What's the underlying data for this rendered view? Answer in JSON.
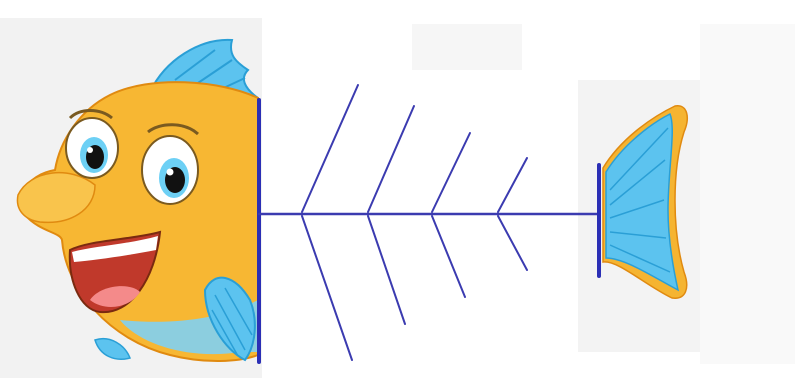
{
  "diagram": {
    "type": "fishbone",
    "colors": {
      "line": "#3b3bb0",
      "spine_end": "#2b2fb5",
      "fish_body": "#f7b733",
      "fish_body_dark": "#f0a020",
      "fin_blue": "#5cc3ef",
      "fin_blue_dark": "#2a9fd6",
      "mouth": "#c0392b",
      "tongue": "#f48a8a",
      "eye_white": "#ffffff",
      "pupil": "#111111",
      "iris": "#6dd0f5"
    },
    "head_icon": "cartoon-fish-head",
    "tail_icon": "fish-tail",
    "bone_count_top": 4,
    "bone_count_bottom": 4
  }
}
